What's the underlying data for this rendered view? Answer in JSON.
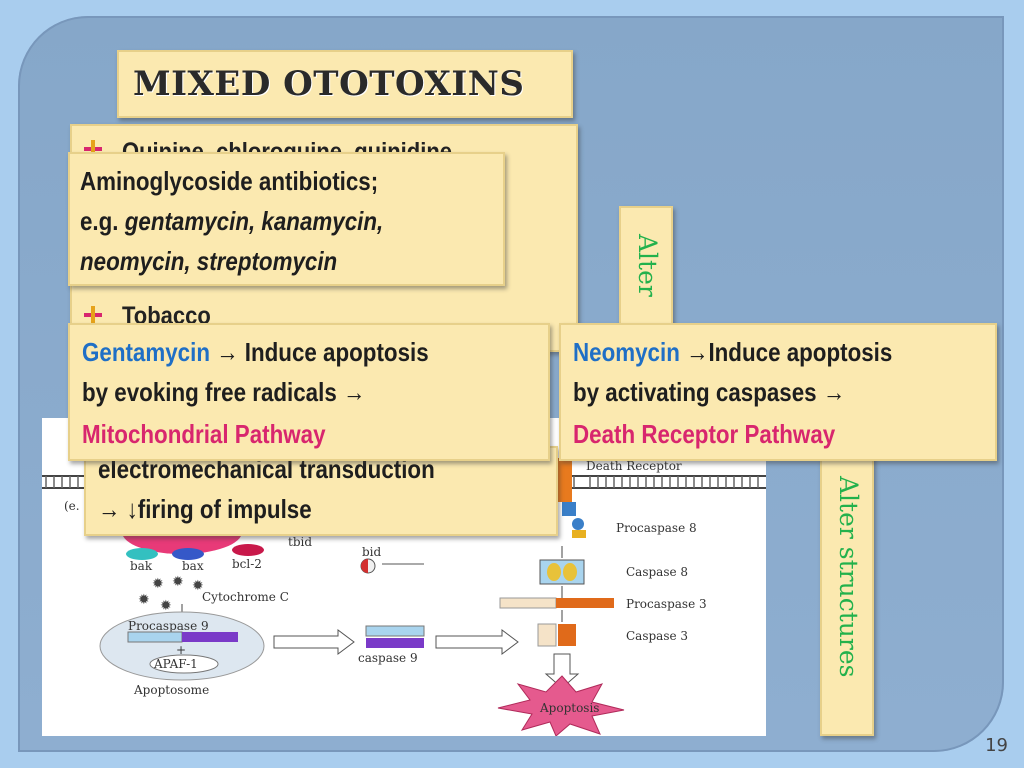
{
  "title": "MIXED OTOTOXINS",
  "bullets": {
    "line1": "Quinine, chloroquine, quinidine",
    "line2": "Tobacco"
  },
  "aminoglycoside": {
    "line1": "Aminoglycoside antibiotics;",
    "line2_prefix": "e.g. ",
    "line2_drugs": "gentamycin, kanamycin,",
    "line3_drugs": "neomycin, streptomycin"
  },
  "gentamycin": {
    "name": "Gentamycin",
    "arrow1": " → Induce apoptosis",
    "line2": "by evoking free radicals →",
    "pathway": "Mitochondrial Pathway"
  },
  "neomycin": {
    "name": "Neomycin",
    "arrow1": " →Induce apoptosis",
    "line2": "by activating caspases →",
    "pathway": "Death Receptor Pathway"
  },
  "electro": {
    "line1": "electromechanical transduction",
    "line2": "→ ↓firing of impulse"
  },
  "alter1": "Alter",
  "alter2": "Alter structures",
  "diagram": {
    "labels": {
      "death_receptor": "Death Receptor",
      "procaspase8": "Procaspase 8",
      "caspase8": "Caspase 8",
      "procaspase3": "Procaspase 3",
      "caspase3": "Caspase 3",
      "apoptosis": "Apoptosis",
      "tbid": "tbid",
      "bid": "bid",
      "bak": "bak",
      "bax": "bax",
      "bcl2": "bcl-2",
      "cytochrome": "Cytochrome C",
      "procaspase9": "Procaspase 9",
      "apaf": "APAF-1",
      "apoptosome": "Apoptosome",
      "caspase9": "caspase 9",
      "eg": "(e."
    }
  },
  "page_number": "19",
  "colors": {
    "accent_blue": "#1f6fc6",
    "accent_pink": "#d8266e",
    "accent_green": "#22b14c",
    "box_fill": "#fbe9b0"
  }
}
